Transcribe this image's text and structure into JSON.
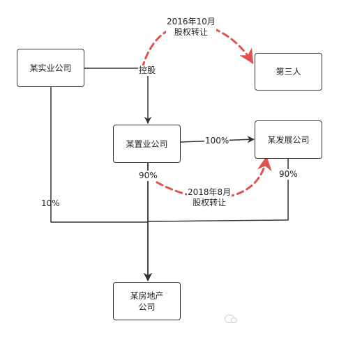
{
  "nodes": {
    "industrial": "某实业公司",
    "third_party": "第三人",
    "property_co": "某置业公司",
    "development": "某发展公司",
    "real_estate": "某房地产公司"
  },
  "edges": {
    "control": "控股",
    "pct_100": "100%",
    "pct_10": "10%",
    "pct_90_left": "90%",
    "pct_90_right": "90%",
    "transfer_2016_line1": "2016年10月",
    "transfer_2016_line2": "股权转让",
    "transfer_2018_line1": "2018年8月",
    "transfer_2018_line2": "股权转让"
  },
  "colors": {
    "line": "#333333",
    "transfer_arrow": "#e05050"
  }
}
